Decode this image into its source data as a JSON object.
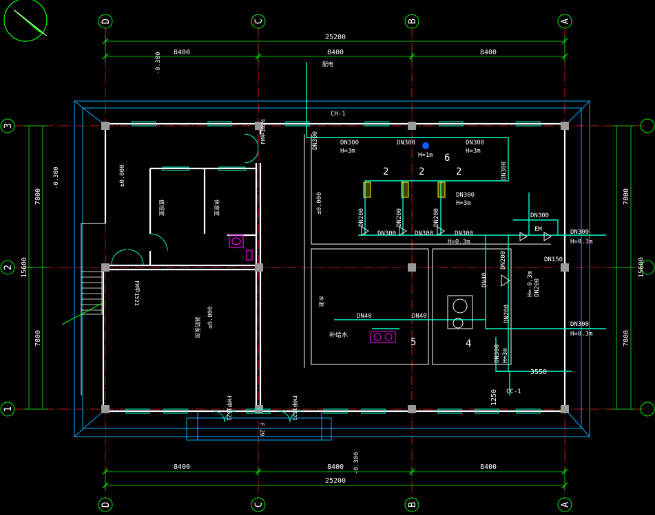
{
  "colors": {
    "background": "#000000",
    "axis": "#ff2020",
    "dimension": "#00ff00",
    "wall": "#ffffff",
    "outline": "#00b0ff",
    "pipe": "#00ffcc",
    "text": "#ffffff"
  },
  "grid_columns": [
    "D",
    "C",
    "B",
    "A"
  ],
  "grid_rows": [
    "3",
    "2",
    "1"
  ],
  "dimensions": {
    "total_width": "25200",
    "bay_width": "8400",
    "total_height": "15600",
    "bay_height": "7800",
    "offset_3550": "3550",
    "offset_1250": "1250"
  },
  "levels": {
    "top_left": "-0.300",
    "left": "-0.300",
    "room_a": "±0.000",
    "room_b": "±0.000",
    "hall": "±0.000",
    "bottom": "-0.300"
  },
  "pipes": {
    "ch1": "CH-1",
    "cc1": "CC-1",
    "dn300": "DN300",
    "dn200": "DN200",
    "dn150": "DN150",
    "dn40": "DN40",
    "h3m": "H=3m",
    "h1m": "H=1m",
    "h03m": "H=0.3m",
    "h_03m_neg": "H=-0.3m",
    "em": "EM",
    "makeup": "补给水"
  },
  "equipment_labels": [
    "2",
    "2",
    "2",
    "4",
    "5",
    "6"
  ],
  "door_labels": {
    "d1": "FM甲1521",
    "d2": "FM甲1521",
    "d3": "FM甲1024",
    "d4": "FM甲1521",
    "d5": "F 29"
  },
  "room_labels": {
    "r1": "值班室",
    "r2": "休息室",
    "r3": "消防泵房",
    "r4": "水池",
    "r5": "配电"
  }
}
